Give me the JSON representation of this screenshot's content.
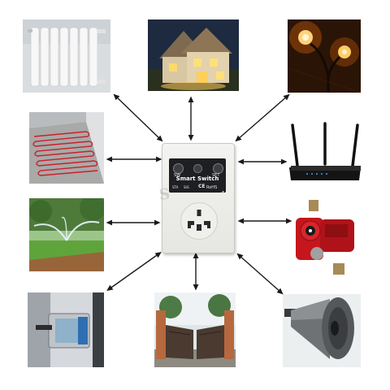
{
  "device": {
    "title": "Smart Switch",
    "left_button_label": "SW",
    "right_button_label": "SET",
    "led_left_label": "STA",
    "led_right_label": "SIG",
    "ce_mark": "CE",
    "rohs_mark": "RoHS",
    "watermark_text": "S"
  },
  "connected_appliances": [
    {
      "id": "radiator",
      "icon": "radiator-icon"
    },
    {
      "id": "house-lighting",
      "icon": "house-icon"
    },
    {
      "id": "street-lamp",
      "icon": "lamp-icon"
    },
    {
      "id": "floor-heating",
      "icon": "floor-heating-icon"
    },
    {
      "id": "wifi-router",
      "icon": "router-icon"
    },
    {
      "id": "garden-sprinkler",
      "icon": "sprinkler-icon"
    },
    {
      "id": "water-pump",
      "icon": "pump-icon"
    },
    {
      "id": "door-lock",
      "icon": "lock-icon"
    },
    {
      "id": "electric-gate",
      "icon": "gate-icon"
    },
    {
      "id": "siren-horn",
      "icon": "horn-icon"
    }
  ],
  "colors": {
    "arrow": "#1a1a1a",
    "device_panel": "#1e1f22",
    "pump_red": "#c4161c",
    "router_black": "#111111"
  }
}
